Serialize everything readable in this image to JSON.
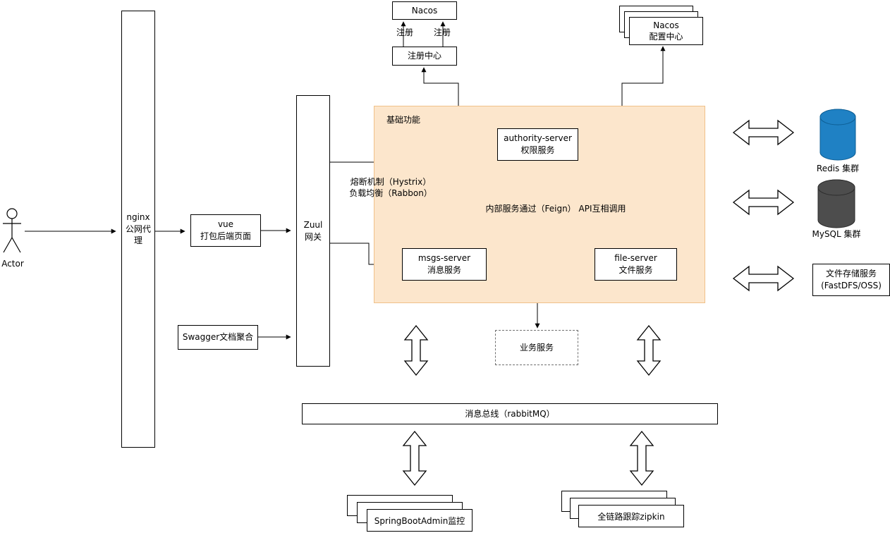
{
  "diagram_title": "microservice-architecture",
  "colors": {
    "base_area_fill": "#fce6cc",
    "base_area_border": "#f0c189",
    "redis_blue": "#1f81c4",
    "mysql_gray": "#4d4d4d",
    "line_black": "#000000"
  },
  "nodes": {
    "actor": "Actor",
    "nginx": "nginx 公网代理",
    "vue": "vue\n打包后端页面",
    "zuul": "Zuul\n网关",
    "swagger": "Swagger文档聚合",
    "base_area": "基础功能",
    "authority": "authority-server\n权限服务",
    "msgs": "msgs-server\n消息服务",
    "file": "file-server\n文件服务",
    "nacos": "Nacos",
    "registry": "注册中心",
    "register_left": "注册",
    "register_right": "注册",
    "nacos_config": "Nacos\n配置中心",
    "hystrix_note": "熔断机制（Hystrix）\n负载均衡（Rabbon）",
    "feign_note": "内部服务通过（Feign） API互相调用",
    "business": "业务服务",
    "bus": "消息总线（rabbitMQ）",
    "admin": "SpringBootAdmin监控",
    "zipkin": "全链路跟踪zipkin",
    "redis": "Redis 集群",
    "mysql": "MySQL 集群",
    "storage": "文件存储服务\n(FastDFS/OSS)"
  }
}
